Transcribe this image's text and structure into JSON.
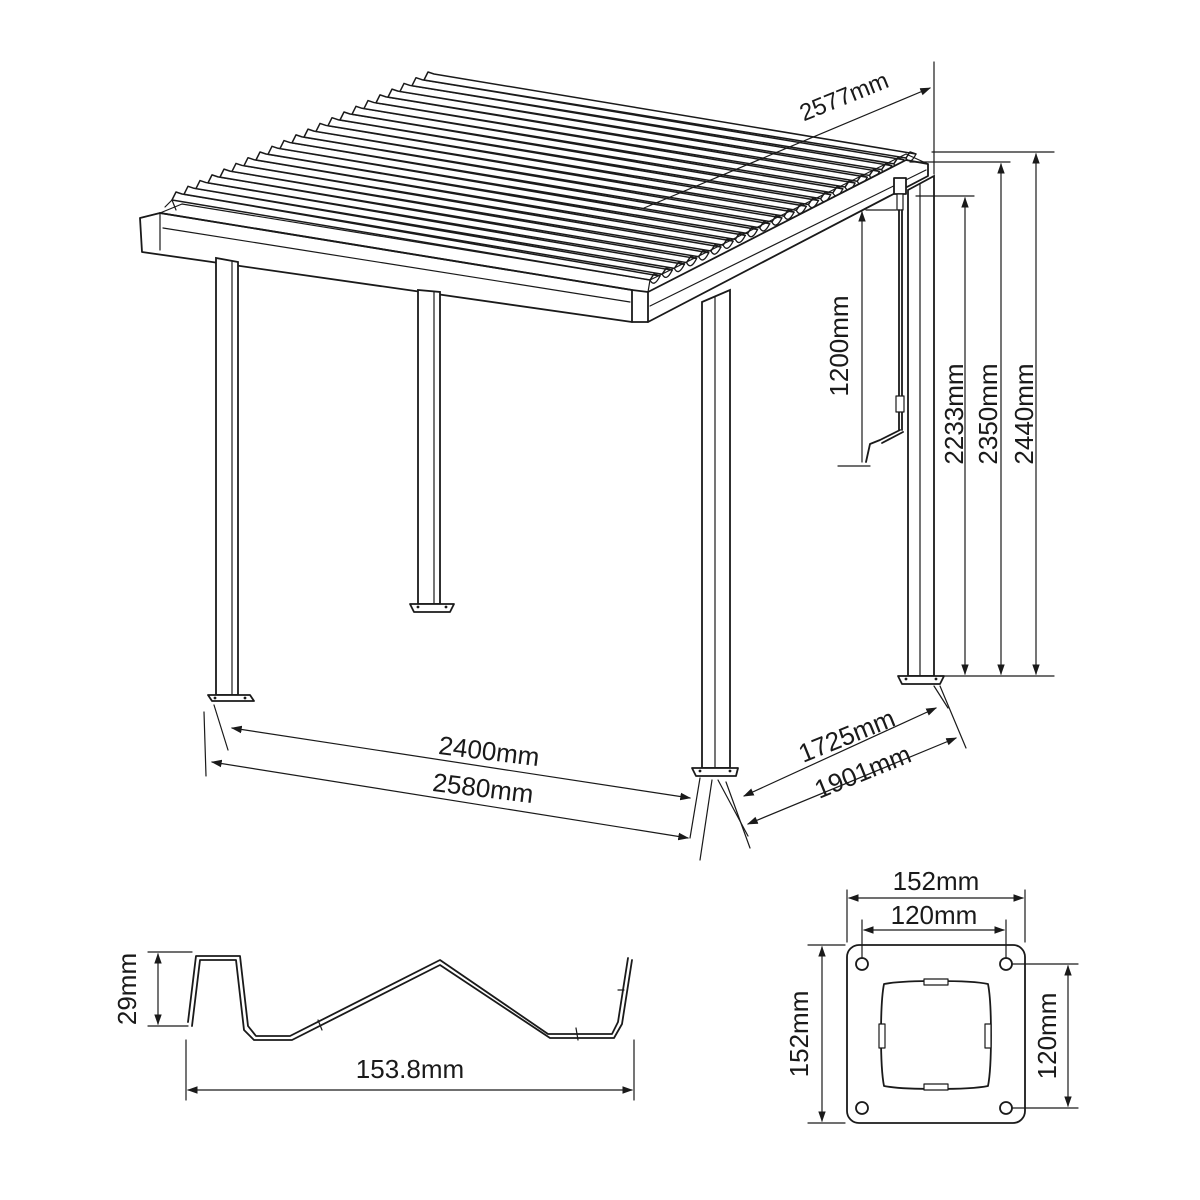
{
  "pergola_view": {
    "roof_depth": "2577mm",
    "handle_drop": "1200mm",
    "clear_height": "2233mm",
    "beam_height": "2350mm",
    "total_height": "2440mm",
    "inner_width": "2400mm",
    "outer_width": "2580mm",
    "inner_depth": "1725mm",
    "outer_depth": "1901mm"
  },
  "louvre_profile": {
    "height": "29mm",
    "width": "153.8mm"
  },
  "base_plate": {
    "outer_width": "152mm",
    "hole_spacing_x": "120mm",
    "outer_height": "152mm",
    "hole_spacing_y": "120mm"
  },
  "colors": {
    "line": "#1a1a1a",
    "background": "#ffffff"
  }
}
